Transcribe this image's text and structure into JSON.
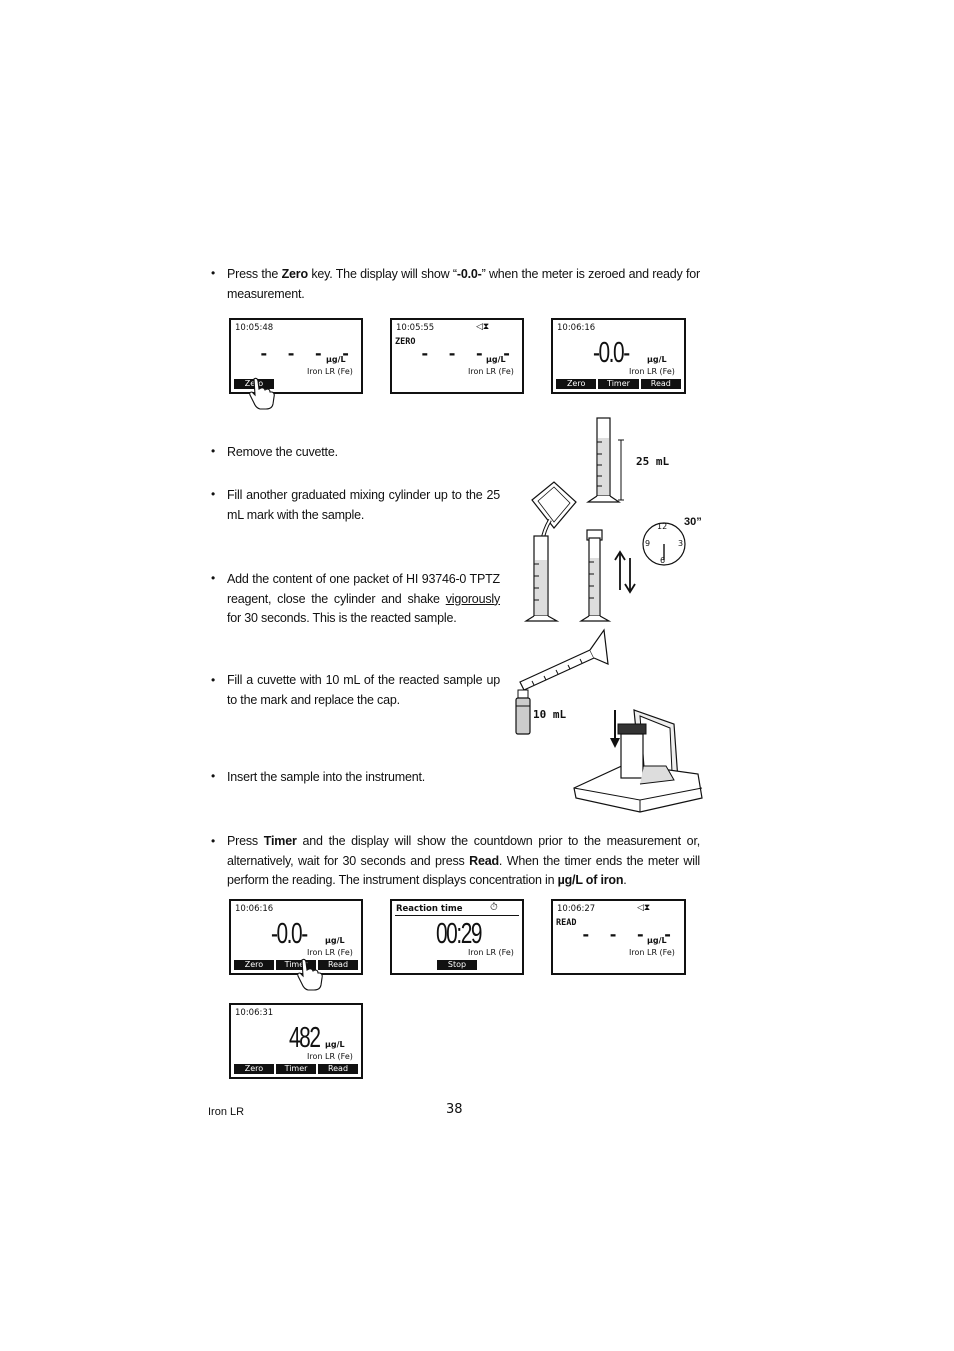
{
  "steps": {
    "s1": {
      "p1": "Press the ",
      "k1": "Zero",
      "p2": " key. The display will show “",
      "k2": "-0.0-",
      "p3": "” when the meter is zeroed and ready for measurement."
    },
    "s2": {
      "text": "Remove the cuvette."
    },
    "s3": {
      "text": "Fill another graduated mixing cylinder up to the 25 mL mark with the sample."
    },
    "s4": {
      "p1": "Add the content of one packet of HI 93746-0 TPTZ reagent, close the cylinder and shake ",
      "u": "vigorously",
      "p2": " for 30 seconds. This is the reacted sample."
    },
    "s5": {
      "text": "Fill a cuvette with 10 mL of the reacted sample up to the mark and replace the cap."
    },
    "s6": {
      "text": "Insert the sample into the instrument."
    },
    "s7": {
      "p1": "Press ",
      "k1": "Timer",
      "p2": " and the display will show the countdown prior to the measurement or, alternatively, wait for 30 seconds and press ",
      "k2": "Read",
      "p3": ". When the timer ends the meter will perform the reading. The instrument displays concentration in ",
      "k3": "µg/L of iron",
      "p4": "."
    }
  },
  "bullet": "•",
  "displays": {
    "d1": {
      "time": "10:05:48",
      "reading": "- - - -",
      "unit": "µg/L",
      "param": "Iron LR (Fe)",
      "key1": "Zero"
    },
    "d2": {
      "time": "10:05:55",
      "tag": "ZERO",
      "reading": "- - - -",
      "unit": "µg/L",
      "param": "Iron LR (Fe)",
      "status": "◁⧗"
    },
    "d3": {
      "time": "10:06:16",
      "reading": "-0.0-",
      "unit": "µg/L",
      "param": "Iron LR (Fe)",
      "keys": [
        "Zero",
        "Timer",
        "Read"
      ]
    },
    "d4": {
      "time": "10:06:16",
      "reading": "-0.0-",
      "unit": "µg/L",
      "param": "Iron LR (Fe)",
      "keys": [
        "Zero",
        "Timer",
        "Read"
      ]
    },
    "d5": {
      "title": "Reaction time",
      "reading": "00:29",
      "param": "Iron LR (Fe)",
      "key2": "Stop"
    },
    "d6": {
      "time": "10:06:27",
      "tag": "READ",
      "reading": "- - - -",
      "unit": "µg/L",
      "param": "Iron LR (Fe)",
      "status": "◁⧗"
    },
    "d7": {
      "time": "10:06:31",
      "reading": "482",
      "unit": "µg/L",
      "param": "Iron LR (Fe)",
      "keys": [
        "Zero",
        "Timer",
        "Read"
      ]
    }
  },
  "illustration_labels": {
    "volume_25": "25 mL",
    "seconds": "30”",
    "volume_10": "10 mL",
    "clock": {
      "n12": "12",
      "n3": "3",
      "n6": "6",
      "n9": "9"
    }
  },
  "footer": {
    "section": "Iron LR",
    "page": "38"
  }
}
